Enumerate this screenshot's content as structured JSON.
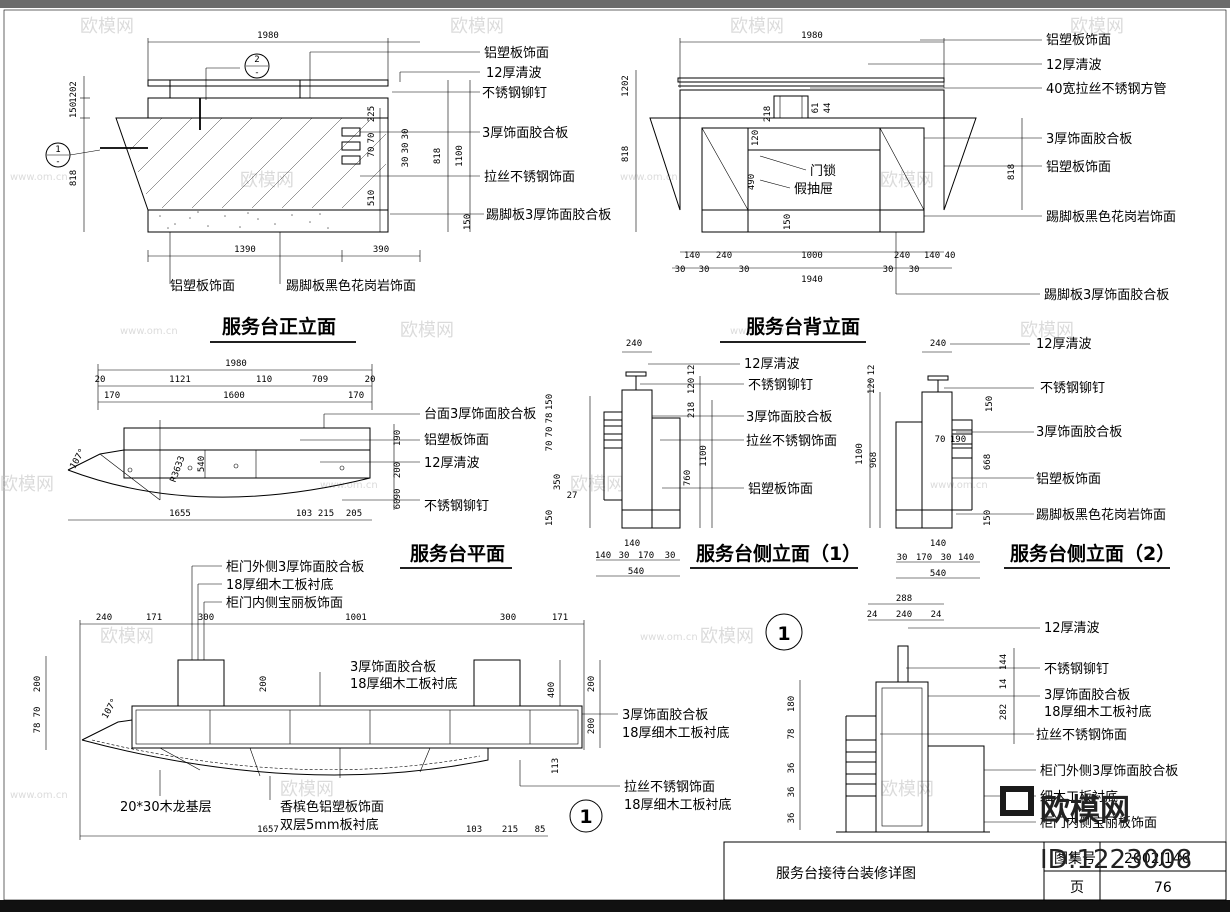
{
  "sheet": {
    "title": "服务台接待台装修详图",
    "atlas_label": "图集号",
    "atlas_number": "2002J146",
    "page_label": "页",
    "page_number": "76"
  },
  "watermark": {
    "brand": "欧模网",
    "url": "www.om.cn",
    "id_text": "ID:1223008"
  },
  "views": {
    "front_elevation": {
      "title": "服务台正立面",
      "section_marks": [
        "2",
        "1"
      ],
      "labels": [
        "铝塑板饰面",
        "12厚清波",
        "不锈钢铆钉",
        "3厚饰面胶合板",
        "拉丝不锈钢饰面",
        "踢脚板3厚饰面胶合板",
        "铝塑板饰面",
        "踢脚板黑色花岗岩饰面"
      ],
      "dims": [
        "1980",
        "1202",
        "150",
        "818",
        "225",
        "70",
        "70",
        "30",
        "30",
        "30",
        "818",
        "1100",
        "510",
        "150",
        "1390",
        "390"
      ]
    },
    "back_elevation": {
      "title": "服务台背立面",
      "labels": [
        "铝塑板饰面",
        "12厚清波",
        "40宽拉丝不锈钢方管",
        "3厚饰面胶合板",
        "门锁",
        "铝塑板饰面",
        "假抽屉",
        "踢脚板黑色花岗岩饰面",
        "踢脚板3厚饰面胶合板"
      ],
      "dims": [
        "1980",
        "1202",
        "818",
        "218",
        "61",
        "44",
        "120",
        "490",
        "150",
        "140",
        "240",
        "1000",
        "240",
        "140",
        "40",
        "30",
        "30",
        "30",
        "30",
        "30",
        "1940",
        "818"
      ]
    },
    "plan": {
      "title": "服务台平面",
      "labels": [
        "台面3厚饰面胶合板",
        "铝塑板饰面",
        "12厚清波",
        "不锈钢铆钉"
      ],
      "dims": [
        "1980",
        "20",
        "1121",
        "110",
        "709",
        "20",
        "170",
        "1600",
        "170",
        "190",
        "540",
        "200",
        "90",
        "60",
        "1655",
        "103",
        "215",
        "205",
        "R3633",
        "107°"
      ]
    },
    "side_elevation_1": {
      "title": "服务台侧立面（1）",
      "labels": [
        "12厚清波",
        "不锈钢铆钉",
        "3厚饰面胶合板",
        "拉丝不锈钢饰面",
        "铝塑板饰面"
      ],
      "dims": [
        "240",
        "12",
        "120",
        "218",
        "150",
        "78",
        "70",
        "70",
        "350",
        "27",
        "150",
        "1100",
        "760",
        "140",
        "140",
        "30",
        "170",
        "30",
        "540"
      ]
    },
    "side_elevation_2": {
      "title": "服务台侧立面（2）",
      "labels": [
        "12厚清波",
        "不锈钢铆钉",
        "3厚饰面胶合板",
        "铝塑板饰面",
        "踢脚板黑色花岗岩饰面"
      ],
      "dims": [
        "240",
        "12",
        "120",
        "150",
        "70",
        "190",
        "1100",
        "968",
        "668",
        "150",
        "30",
        "170",
        "30",
        "140",
        "140",
        "540"
      ]
    },
    "section_plan": {
      "labels": [
        "柜门外侧3厚饰面胶合板",
        "18厚细木工板衬底",
        "柜门内侧宝丽板饰面",
        "3厚饰面胶合板",
        "18厚细木工板衬底",
        "3厚饰面胶合板",
        "18厚细木工板衬底",
        "20*30木龙基层",
        "香槟色铝塑板饰面",
        "双层5mm板衬底",
        "拉丝不锈钢饰面",
        "18厚细木工板衬底"
      ],
      "dims": [
        "240",
        "171",
        "300",
        "1001",
        "300",
        "171",
        "200",
        "70",
        "78",
        "200",
        "400",
        "200",
        "200",
        "113",
        "1657",
        "103",
        "215",
        "85",
        "107°"
      ],
      "marker": "1"
    },
    "detail_1": {
      "marker": "1",
      "labels": [
        "12厚清波",
        "不锈钢铆钉",
        "3厚饰面胶合板",
        "18厚细木工板衬底",
        "拉丝不锈钢饰面",
        "柜门外侧3厚饰面胶合板",
        "细木工板衬底",
        "柜门内侧宝丽板饰面"
      ],
      "dims": [
        "288",
        "24",
        "240",
        "24",
        "144",
        "14",
        "282",
        "180",
        "78",
        "36",
        "36",
        "36"
      ]
    }
  }
}
